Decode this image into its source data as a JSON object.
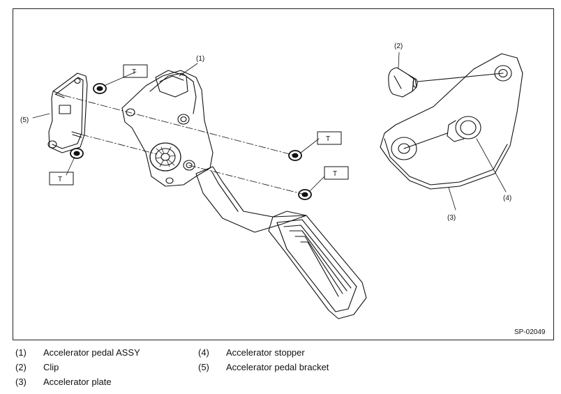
{
  "figure": {
    "code": "SP-02049",
    "callouts": {
      "c1": "(1)",
      "c2": "(2)",
      "c3": "(3)",
      "c4": "(4)",
      "c5": "(5)"
    },
    "torque_mark": "T"
  },
  "legend": {
    "left": [
      {
        "num": "(1)",
        "text": "Accelerator pedal ASSY"
      },
      {
        "num": "(2)",
        "text": "Clip"
      },
      {
        "num": "(3)",
        "text": "Accelerator plate"
      }
    ],
    "right": [
      {
        "num": "(4)",
        "text": "Accelerator stopper"
      },
      {
        "num": "(5)",
        "text": "Accelerator pedal bracket"
      }
    ]
  }
}
